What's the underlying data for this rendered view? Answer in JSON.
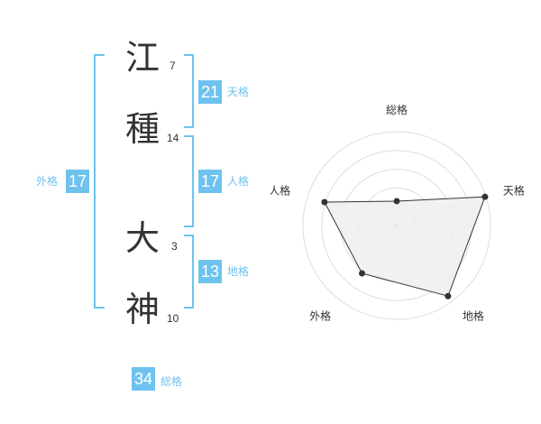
{
  "name": {
    "chars": [
      {
        "char": "江",
        "strokes": "7"
      },
      {
        "char": "種",
        "strokes": "14"
      },
      {
        "char": "大",
        "strokes": "3"
      },
      {
        "char": "神",
        "strokes": "10"
      }
    ]
  },
  "fortune": {
    "tenkaku": {
      "value": "21",
      "label": "天格"
    },
    "jinkaku": {
      "value": "17",
      "label": "人格"
    },
    "chikaku": {
      "value": "13",
      "label": "地格"
    },
    "gaikaku": {
      "value": "17",
      "label": "外格"
    },
    "soukaku": {
      "value": "34",
      "label": "総格"
    }
  },
  "colors": {
    "accent": "#6ec3ee",
    "text": "#333333",
    "radar_fill": "#eeeeee",
    "grid": "#dddddd"
  },
  "chart_data": {
    "type": "radar",
    "axes": [
      "総格",
      "天格",
      "地格",
      "外格",
      "人格"
    ],
    "values": [
      0.26,
      0.99,
      0.93,
      0.63,
      0.81
    ],
    "range": [
      0,
      1
    ],
    "rings": 5
  }
}
